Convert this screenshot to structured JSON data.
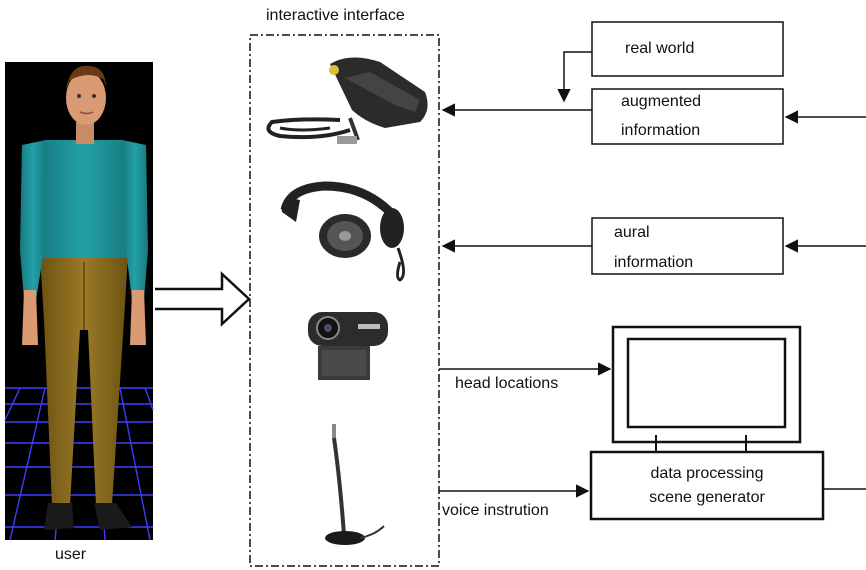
{
  "labels": {
    "interactive_interface": "interactive interface",
    "user": "user",
    "real_world": "real world",
    "augmented_information_line1": "augmented",
    "augmented_information_line2": "information",
    "aural_information_line1": "aural",
    "aural_information_line2": "information",
    "head_locations": "head locations",
    "voice_instruction": "voice instrution",
    "data_processing": "data processing",
    "scene_generator": "scene generator"
  },
  "devices": [
    "hmd-glasses-icon",
    "headphones-icon",
    "webcam-icon",
    "microphone-icon"
  ],
  "colors": {
    "shirt": "#1f8f95",
    "pants": "#8b6a1c",
    "skin": "#d99a74",
    "grid_bg": "#000000",
    "grid_line": "#3c3cff",
    "line": "#111111"
  }
}
